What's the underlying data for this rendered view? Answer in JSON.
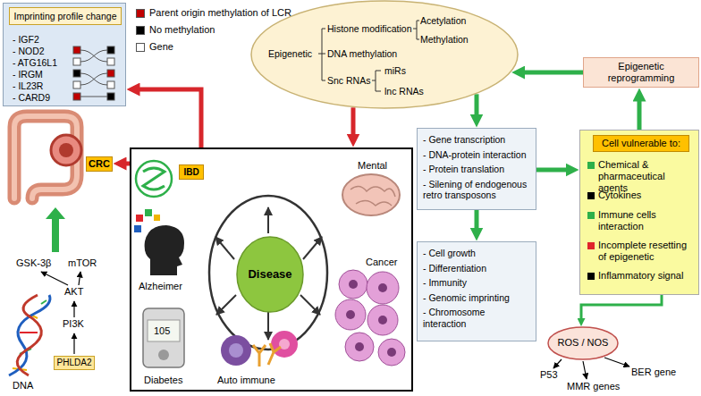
{
  "diagram": {
    "nodes": [
      {
        "text": [
          "- IGF2",
          "- NOD2",
          "- ATG16L1",
          "- IRGM",
          "- IL23R",
          "- CARD9"
        ]
      },
      {
        "text": [
          "Imprinting profile change"
        ],
        "in": 0
      },
      {
        "text": [
          "Epigenetic",
          "Histone modification",
          "Acetylation",
          "Methylation",
          "DNA methylation",
          "Snc RNAs",
          "miRs",
          "lnc RNAs"
        ]
      },
      {
        "text": [
          "Epigenetic reprogramming"
        ]
      },
      {
        "text": [
          "Chemical & pharmaceutical agents",
          "Cytokines",
          "Immune cells interaction",
          "Incomplete resetting of epigenetic",
          "Inflammatory signal"
        ]
      },
      {
        "text": [
          "Cell vulnerable to:"
        ],
        "in": 4
      },
      {
        "text": [
          "- Gene transcription",
          "- DNA-protein interaction",
          "- Protein translation",
          "- Silening of endogenous retro transposons"
        ]
      },
      {
        "text": [
          "- Cell growth",
          "- Differentiation",
          "- Immunity",
          "- Genomic imprinting",
          "- Chromosome interaction"
        ]
      },
      {
        "text": [
          "ROS / NOS"
        ]
      },
      {
        "text": [
          "Mental",
          "Alzheimer",
          "Diabetes",
          "Auto immune",
          "Cancer"
        ]
      },
      {
        "text": [
          "Disease"
        ],
        "in": 9
      },
      {
        "text": [
          "IBD"
        ],
        "in": 9
      },
      {
        "text": [
          "CRC"
        ]
      },
      {
        "text": [
          "PHLDA2"
        ]
      }
    ],
    "edges": [
      {
        "from": 9,
        "to": 0,
        "arrow": "to"
      },
      {
        "from": 2,
        "to": 9,
        "arrow": "to"
      },
      {
        "from": 9,
        "to": 12,
        "arrow": "to"
      },
      {
        "from": 2,
        "to": 6,
        "arrow": "to"
      },
      {
        "from": 6,
        "to": 7,
        "arrow": "to"
      },
      {
        "from": 6,
        "to": 4,
        "arrow": "to"
      },
      {
        "from": 4,
        "to": 3,
        "arrow": "to"
      },
      {
        "from": 3,
        "to": 2,
        "arrow": "to"
      },
      {
        "from": 4,
        "to": 8,
        "arrow": "to"
      }
    ],
    "labels": [
      "GSK-3β",
      "mTOR",
      "AKT",
      "PI3K",
      "DNA",
      "105",
      "P53",
      "MMR genes",
      "BER gene"
    ],
    "legend": [
      {
        "text": "Parent origin methylation of LCR",
        "color": "#c00000"
      },
      {
        "text": "No methylation",
        "color": "#000000"
      },
      {
        "text": "Gene",
        "color": "#ffffff"
      }
    ]
  }
}
